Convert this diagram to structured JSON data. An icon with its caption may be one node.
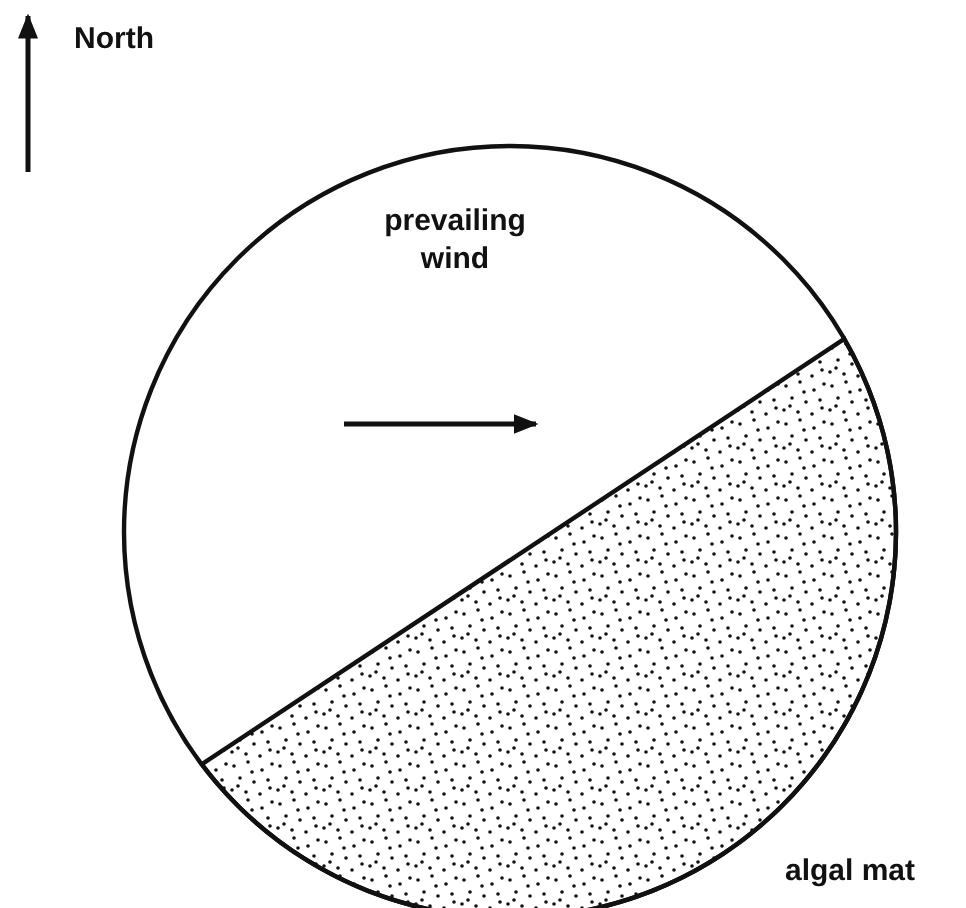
{
  "diagram": {
    "labels": [
      "North",
      "prevailing wind",
      "algal mat"
    ]
  }
}
